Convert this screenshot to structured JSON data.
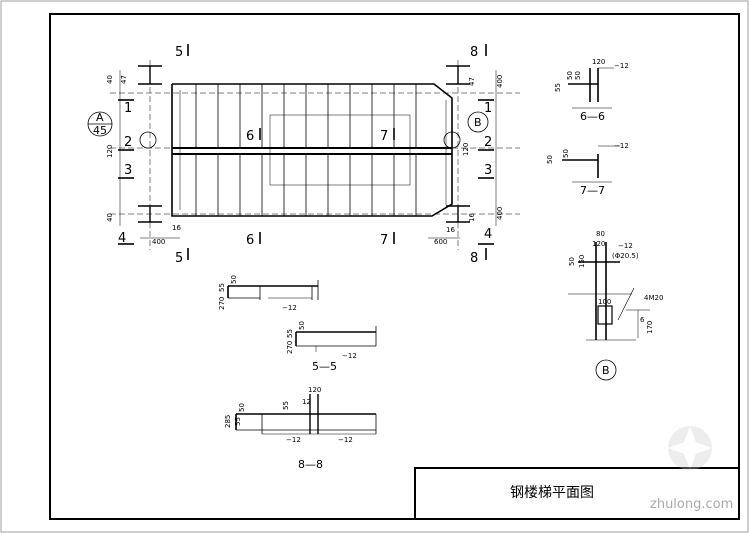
{
  "title_block": {
    "title": "钢楼梯平面图"
  },
  "watermark": {
    "text": "zhulong.com"
  },
  "plan": {
    "section_marks": [
      "1",
      "2",
      "3",
      "4",
      "5",
      "6",
      "7",
      "8"
    ],
    "callout_a": {
      "letter": "A",
      "number": "45"
    },
    "callout_b": {
      "letter": "B"
    },
    "dims": {
      "left_400": "400",
      "left_16": "16",
      "right_600": "600",
      "right_16": "16",
      "top_400": "400",
      "top_47": "47",
      "left_40a": "40",
      "left_120": "120",
      "left_40b": "40",
      "left_47": "47",
      "right_400": "400",
      "right_120": "120",
      "right_16b": "16"
    }
  },
  "sections": {
    "s66": {
      "label": "6—6",
      "dim_120": "120",
      "dim_12": "−12",
      "dim_50a": "50",
      "dim_50b": "50",
      "dim_55": "55"
    },
    "s77": {
      "label": "7—7",
      "dim_12": "−12",
      "dim_50a": "50",
      "dim_50b": "50"
    },
    "s55": {
      "label": "5—5",
      "dim_12a": "−12",
      "dim_12b": "−12",
      "dim_55a": "55",
      "dim_270a": "270",
      "dim_55b": "55",
      "dim_270b": "270",
      "dim_50a": "50",
      "dim_50b": "50",
      "tag_a": "",
      "tag_b": ""
    },
    "s88": {
      "label": "8—8",
      "dim_120": "120",
      "dim_12a": "12",
      "dim_12b": "−12",
      "dim_12c": "−12",
      "dim_50": "50",
      "dim_55": "55",
      "dim_285": "285",
      "dim_55b": "55"
    },
    "detail_b": {
      "letter": "B",
      "dim_80": "80",
      "dim_120": "120",
      "dim_12": "−12",
      "dim_50": "50",
      "dim_150": "150",
      "note": "(Φ20.5)",
      "bolt": "4M20",
      "dim_100": "100",
      "dim_170": "170",
      "dim_6": "6"
    }
  }
}
